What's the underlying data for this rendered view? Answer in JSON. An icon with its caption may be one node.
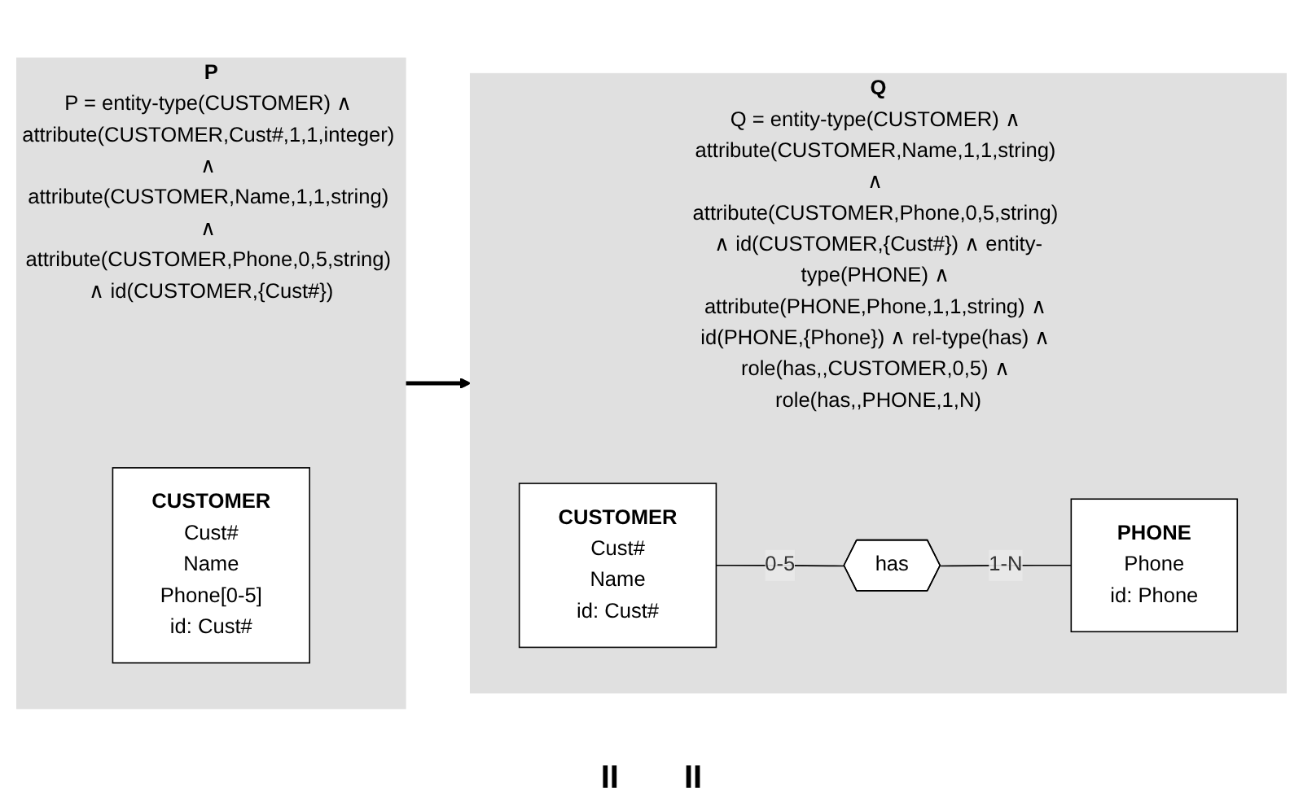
{
  "diagram": {
    "nodes": [
      {
        "text": [
          "P",
          "P = entity-type(CUSTOMER) ∧ attribute(CUSTOMER,Cust#,1,1,integer) ∧ attribute(CUSTOMER,Name,1,1,string) ∧ attribute(CUSTOMER,Phone,0,5,string) ∧ id(CUSTOMER,{Cust#})"
        ]
      },
      {
        "text": [
          "CUSTOMER",
          "Cust#",
          "Name",
          "Phone[0-5]",
          "id: Cust#"
        ],
        "in": 0
      },
      {
        "text": [
          "Q",
          "Q = entity-type(CUSTOMER) ∧ attribute(CUSTOMER,Name,1,1,string) ∧ attribute(CUSTOMER,Phone,0,5,string) ∧ id(CUSTOMER,{Cust#}) ∧ entity-type(PHONE) ∧ attribute(PHONE,Phone,1,1,string) ∧ id(PHONE,{Phone}) ∧ rel-type(has) ∧ role(has,,CUSTOMER,0,5) ∧ role(has,,PHONE,1,N)"
        ]
      },
      {
        "text": [
          "CUSTOMER",
          "Cust#",
          "Name",
          "id: Cust#"
        ],
        "in": 2
      },
      {
        "text": [
          "has"
        ],
        "in": 2
      },
      {
        "text": [
          "PHONE",
          "Phone",
          "id: Phone"
        ],
        "in": 2
      }
    ],
    "edges": [
      {
        "from": 0,
        "to": 2,
        "arrow": "to",
        "style": "thick"
      },
      {
        "from": 3,
        "to": 4,
        "arrow": "none",
        "label": "0-5"
      },
      {
        "from": 4,
        "to": 5,
        "arrow": "none",
        "label": "1-N"
      }
    ],
    "labels": [
      "II",
      "II"
    ]
  }
}
